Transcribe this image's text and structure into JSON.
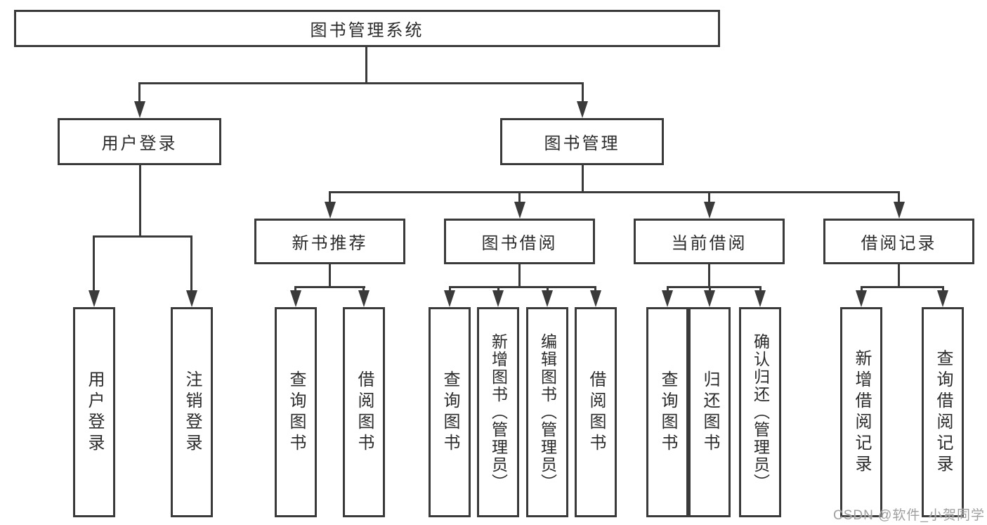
{
  "diagram": {
    "root": {
      "label": "图书管理系统"
    },
    "level2": [
      {
        "label": "用户登录"
      },
      {
        "label": "图书管理"
      }
    ],
    "level3": [
      {
        "label": "新书推荐",
        "parent": "图书管理"
      },
      {
        "label": "图书借阅",
        "parent": "图书管理"
      },
      {
        "label": "当前借阅",
        "parent": "图书管理"
      },
      {
        "label": "借阅记录",
        "parent": "图书管理"
      }
    ],
    "leaves": [
      {
        "label": "用户登录",
        "parent": "用户登录"
      },
      {
        "label": "注销登录",
        "parent": "用户登录"
      },
      {
        "label": "查询图书",
        "parent": "新书推荐"
      },
      {
        "label": "借阅图书",
        "parent": "新书推荐"
      },
      {
        "label": "查询图书",
        "parent": "图书借阅"
      },
      {
        "label": "新增图书（管理员）",
        "parent": "图书借阅"
      },
      {
        "label": "编辑图书（管理员）",
        "parent": "图书借阅"
      },
      {
        "label": "借阅图书",
        "parent": "图书借阅"
      },
      {
        "label": "查询图书",
        "parent": "当前借阅"
      },
      {
        "label": "归还图书",
        "parent": "当前借阅"
      },
      {
        "label": "确认归还（管理员）",
        "parent": "当前借阅"
      },
      {
        "label": "新增借阅记录",
        "parent": "借阅记录"
      },
      {
        "label": "查询借阅记录",
        "parent": "借阅记录"
      }
    ],
    "watermark": "CSDN @软件_小贺同学",
    "colors": {
      "line": "#3a3a3a",
      "text": "#2b2b2b",
      "box_fill": "#ffffff",
      "background": "#ffffff",
      "watermark": "#9f9f9f"
    }
  }
}
